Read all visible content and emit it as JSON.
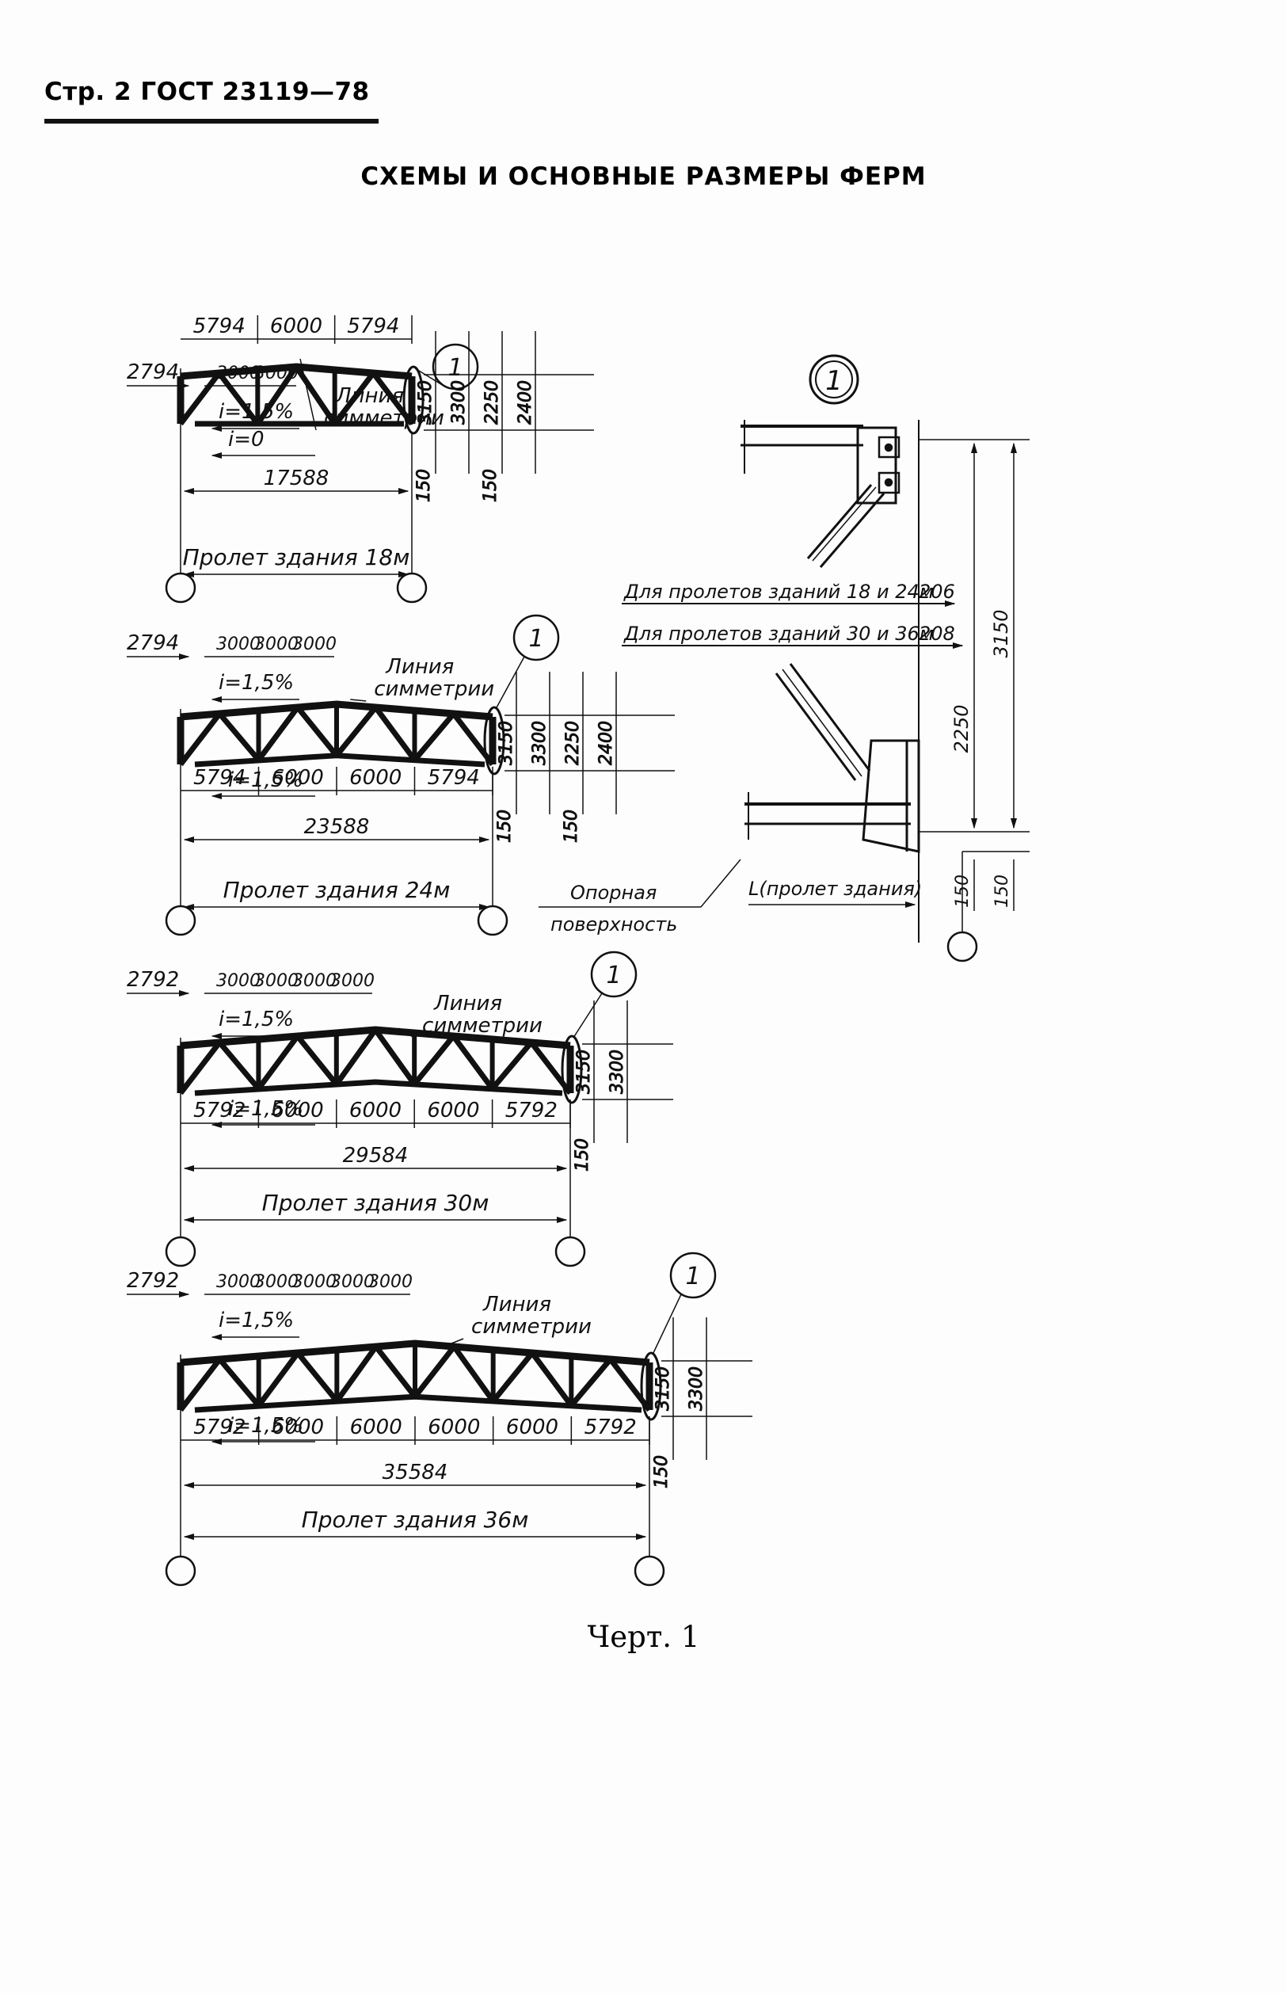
{
  "header": {
    "page_ref": "Стр. 2 ГОСТ 23119—78"
  },
  "title": "СХЕМЫ И ОСНОВНЫЕ РАЗМЕРЫ ФЕРМ",
  "caption": "Черт. 1",
  "common": {
    "callout_mark": "1",
    "slope_label": "i=1,5%",
    "slope_zero_label": "i=0",
    "symmetry_line_label": [
      "Линия",
      "симметрии"
    ],
    "dim_150": "150",
    "dim_3150": "3150",
    "dim_3300": "3300",
    "dim_2250": "2250",
    "dim_2400": "2400",
    "panel_3000": "3000"
  },
  "trusses": [
    {
      "id": "18",
      "left_offset": "2794",
      "top_panels": [
        "3000",
        "3000"
      ],
      "bottom_panels": [
        "5794",
        "6000",
        "5794"
      ],
      "overall_length": "17588",
      "span_label": "Пролет здания 18м"
    },
    {
      "id": "24",
      "left_offset": "2794",
      "top_panels": [
        "3000",
        "3000",
        "3000"
      ],
      "bottom_panels": [
        "5794",
        "6000",
        "6000",
        "5794"
      ],
      "overall_length": "23588",
      "span_label": "Пролет здания 24м"
    },
    {
      "id": "30",
      "left_offset": "2792",
      "top_panels": [
        "3000",
        "3000",
        "3000",
        "3000"
      ],
      "bottom_panels": [
        "5792",
        "6000",
        "6000",
        "6000",
        "5792"
      ],
      "overall_length": "29584",
      "span_label": "Пролет здания 30м"
    },
    {
      "id": "36",
      "left_offset": "2792",
      "top_panels": [
        "3000",
        "3000",
        "3000",
        "3000",
        "3000"
      ],
      "bottom_panels": [
        "5792",
        "6000",
        "6000",
        "6000",
        "6000",
        "5792"
      ],
      "overall_length": "35584",
      "span_label": "Пролет здания 36м"
    }
  ],
  "detail": {
    "mark": "1",
    "note_18_24": "Для пролетов зданий 18 и 24м",
    "value_18_24": "206",
    "note_30_36": "Для пролетов зданий 30 и 36м",
    "value_30_36": "208",
    "dim_3150": "3150",
    "dim_2250": "2250",
    "dim_150_a": "150",
    "dim_150_b": "150",
    "support_label": [
      "Опорная",
      "поверхность"
    ],
    "span_symbol": "L(пролет здания)"
  }
}
